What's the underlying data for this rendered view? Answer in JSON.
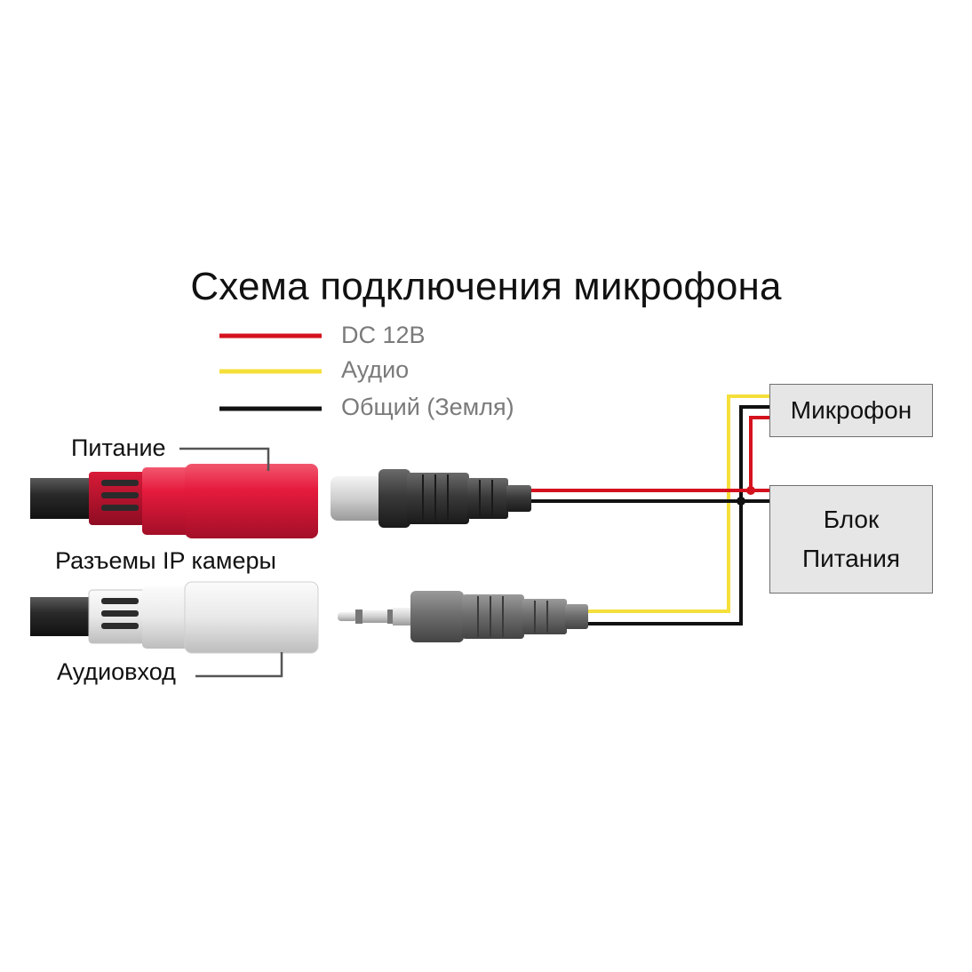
{
  "diagram": {
    "title": "Схема подключения микрофона",
    "legend": [
      {
        "label": "DC 12В",
        "color": "#d4121e"
      },
      {
        "label": "Аудио",
        "color": "#f5df3a"
      },
      {
        "label": "Общий (Земля)",
        "color": "#111111"
      }
    ],
    "labels": {
      "power": "Питание",
      "camera_connectors": "Разъемы IP камеры",
      "audio_in": "Аудиовход"
    },
    "boxes": {
      "microphone": "Микрофон",
      "psu_line1": "Блок",
      "psu_line2": "Питания"
    },
    "colors": {
      "power_wire": "#d4121e",
      "audio_wire": "#f5df3a",
      "ground_wire": "#111111",
      "power_connector": "#e21b3c",
      "audio_connector": "#e8e8e8",
      "box_fill": "#e6e6e6"
    }
  }
}
